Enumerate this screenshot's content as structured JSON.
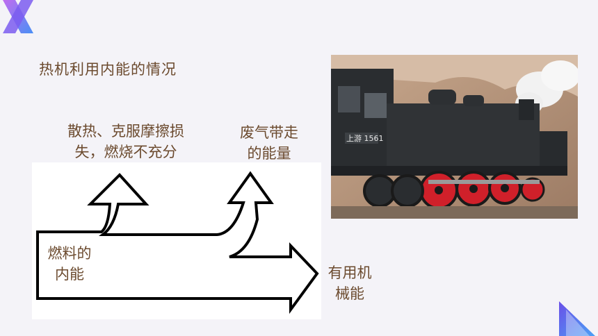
{
  "slide": {
    "title": "热机利用内能的情况"
  },
  "diagram": {
    "loss_label_line1": "散热、克服摩擦损",
    "loss_label_line2": "失，燃烧不充分",
    "exhaust_label_line1": "废气带走",
    "exhaust_label_line2": "的能量",
    "fuel_label_line1": "燃料的",
    "fuel_label_line2": "内能",
    "output_label_line1": "有用机",
    "output_label_line2": "械能"
  },
  "photo": {
    "plate_text": "上游 1561",
    "colors": {
      "wheel": "#d0202a",
      "smoke": "#f2f2f2",
      "body": "#2a2d30",
      "rock": "#b9957a"
    }
  },
  "decor": {
    "logo_colors": [
      "#7b5cf0",
      "#c06cf0",
      "#4a8ff5"
    ],
    "corner_colors": [
      "#6a4fe8",
      "#4ba0f5"
    ]
  }
}
